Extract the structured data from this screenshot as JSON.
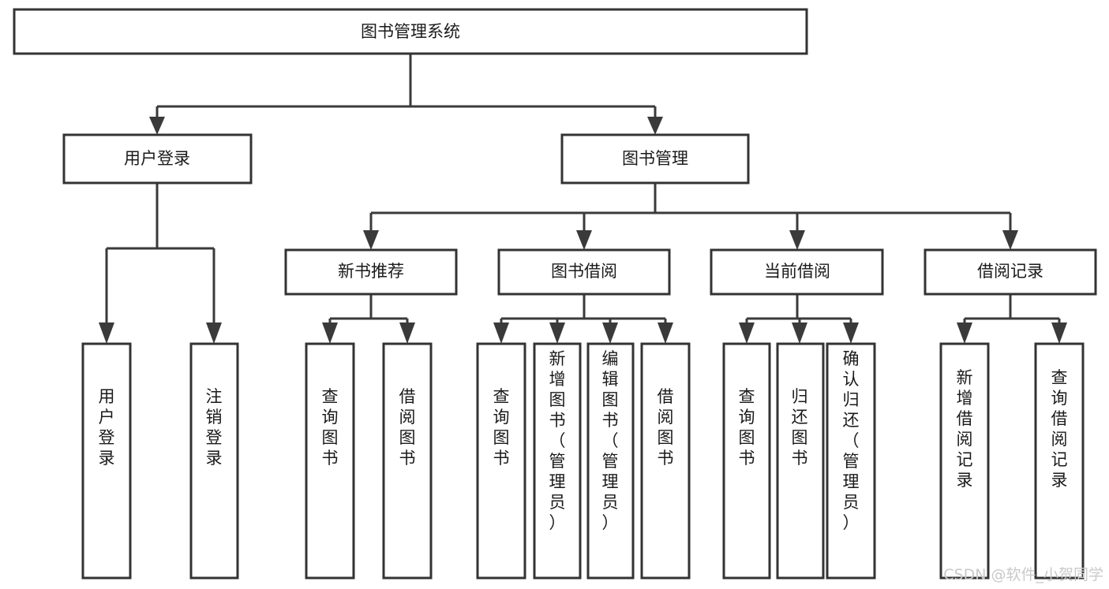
{
  "diagram": {
    "type": "tree-hierarchy-chart",
    "title": "图书管理系统",
    "root": {
      "id": "root",
      "label": "图书管理系统"
    },
    "level2": [
      {
        "id": "user-login",
        "label": "用户登录"
      },
      {
        "id": "book-management",
        "label": "图书管理"
      }
    ],
    "level3": [
      {
        "id": "new-book-recommend",
        "label": "新书推荐",
        "parent": "book-management"
      },
      {
        "id": "book-borrow",
        "label": "图书借阅",
        "parent": "book-management"
      },
      {
        "id": "current-borrow",
        "label": "当前借阅",
        "parent": "book-management"
      },
      {
        "id": "borrow-record",
        "label": "借阅记录",
        "parent": "book-management"
      }
    ],
    "leaves": [
      {
        "id": "leaf-user-login",
        "label": "用户登录",
        "parent": "user-login"
      },
      {
        "id": "leaf-logout-login",
        "label": "注销登录",
        "parent": "user-login"
      },
      {
        "id": "leaf-query-book-1",
        "label": "查询图书",
        "parent": "new-book-recommend"
      },
      {
        "id": "leaf-borrow-book-1",
        "label": "借阅图书",
        "parent": "new-book-recommend"
      },
      {
        "id": "leaf-query-book-2",
        "label": "查询图书",
        "parent": "book-borrow"
      },
      {
        "id": "leaf-add-book-admin",
        "label": "新增图书（管理员）",
        "parent": "book-borrow"
      },
      {
        "id": "leaf-edit-book-admin",
        "label": "编辑图书（管理员）",
        "parent": "book-borrow"
      },
      {
        "id": "leaf-borrow-book-2",
        "label": "借阅图书",
        "parent": "book-borrow"
      },
      {
        "id": "leaf-query-book-3",
        "label": "查询图书",
        "parent": "current-borrow"
      },
      {
        "id": "leaf-return-book",
        "label": "归还图书",
        "parent": "current-borrow"
      },
      {
        "id": "leaf-confirm-return-admin",
        "label": "确认归还（管理员）",
        "parent": "current-borrow"
      },
      {
        "id": "leaf-add-borrow-record",
        "label": "新增借阅记录",
        "parent": "borrow-record"
      },
      {
        "id": "leaf-query-borrow-record",
        "label": "查询借阅记录",
        "parent": "borrow-record"
      }
    ]
  },
  "watermark": {
    "text": "CSDN @软件_小贺同学"
  },
  "colors": {
    "background": "#ffffff",
    "box_fill": "#ffffff",
    "box_stroke": "#333333",
    "connector": "#3a3a3a",
    "text": "#1a1a1a",
    "watermark": "#c9c9c9"
  }
}
